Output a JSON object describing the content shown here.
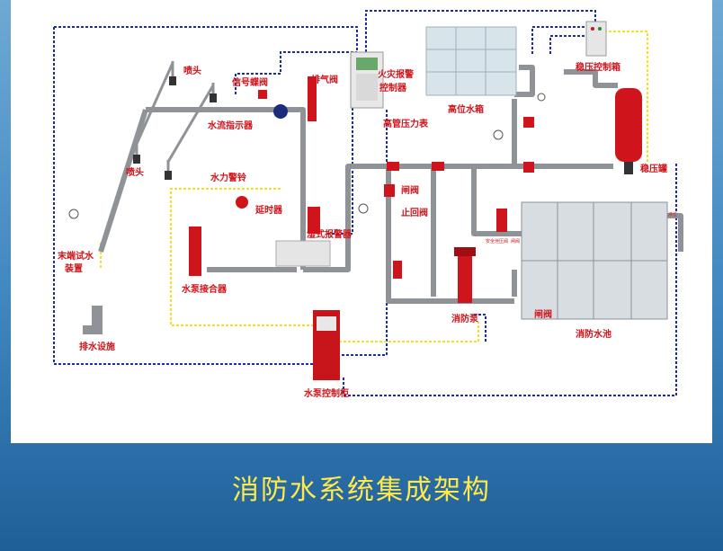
{
  "title": "消防水系统集成架构",
  "labels": {
    "sprinkler_top": "喷头",
    "sprinkler_bottom": "喷头",
    "signal_valve": "信号蝶阀",
    "exhaust_valve": "排气阀",
    "flow_indicator": "水流指示器",
    "fire_alarm_l1": "火灾报警",
    "fire_alarm_l2": "控制器",
    "high_tank": "高位水箱",
    "pressure_ctrl_box": "稳压控制箱",
    "high_pipe_gauge": "高管压力表",
    "pressure_tank": "稳压罐",
    "water_gong": "水力警铃",
    "delay_device": "延时器",
    "gate_valve_1": "闸阀",
    "check_valve": "止回阀",
    "wet_alarm_valve": "湿式报警器",
    "end_test_l1": "末端试水",
    "end_test_l2": "装置",
    "pump_adapter": "水泵接合器",
    "fire_pump": "消防泵",
    "gate_valve_2": "闸阀",
    "fire_pool": "消防水池",
    "drain": "排水设施",
    "pump_ctrl_cabinet": "水泵控制柜",
    "small_relief": "安全泄压阀",
    "small_gate": "闸阀",
    "small_liquid": "液位"
  },
  "colors": {
    "pipe": "#8f9398",
    "valve_red": "#d0141b",
    "signal_line": "#1f2aa8",
    "control_line": "#f2e21a",
    "label_red": "#d0141b",
    "title_yellow": "#ffe94a"
  }
}
